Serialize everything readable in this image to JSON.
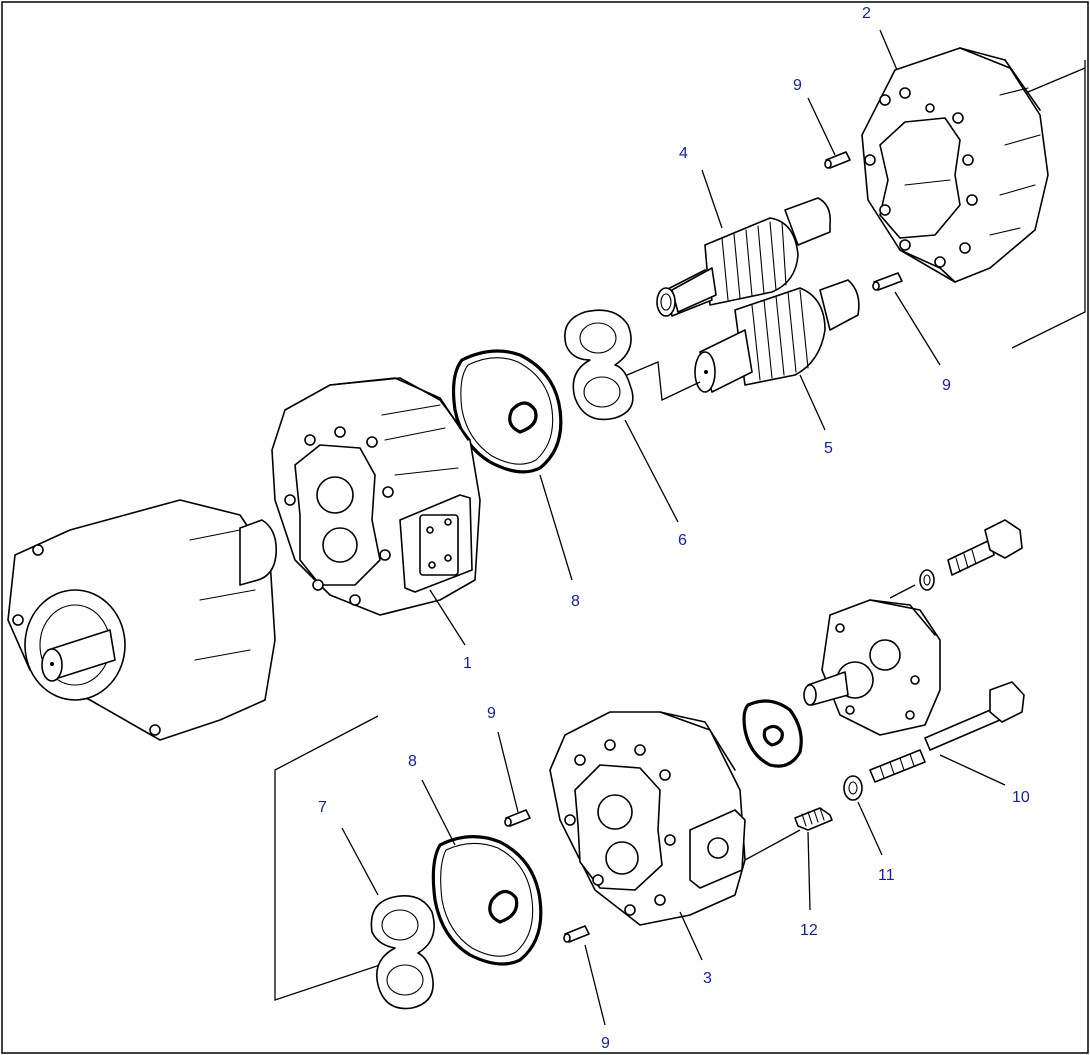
{
  "callouts": {
    "c1": "1",
    "c2": "2",
    "c3": "3",
    "c4": "4",
    "c5": "5",
    "c6": "6",
    "c7": "7",
    "c8_top": "8",
    "c8_bottom": "8",
    "c9_top": "9",
    "c9_right": "9",
    "c9_mid": "9",
    "c9_bottom": "9",
    "c10": "10",
    "c11": "11",
    "c12": "12"
  },
  "colors": {
    "callout_text": "#1a1aa8",
    "line": "#000000",
    "background": "#ffffff"
  }
}
